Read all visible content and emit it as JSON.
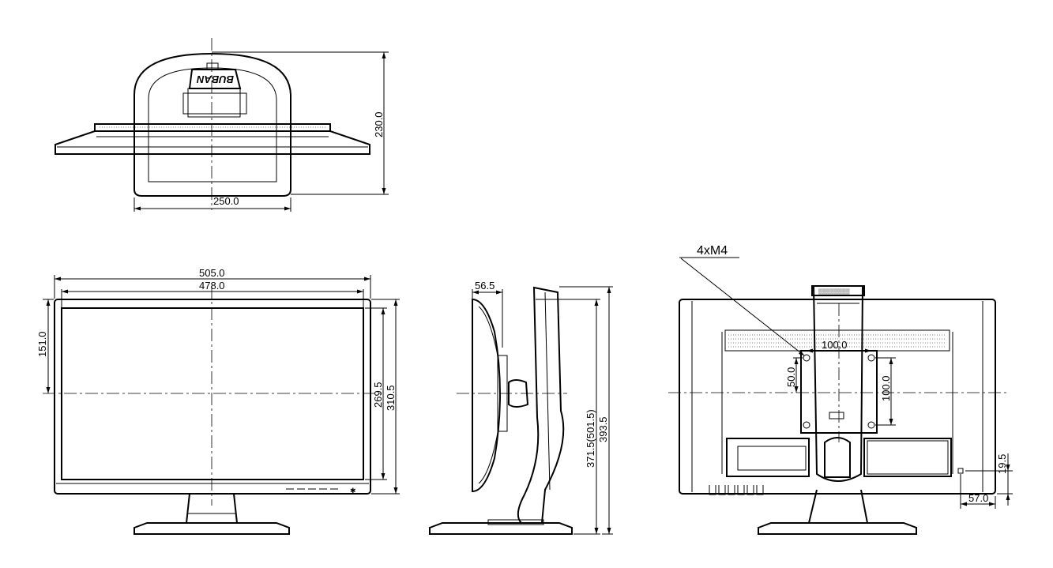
{
  "top_view": {
    "width_label": "250.0",
    "depth_label": "230.0",
    "logo_text": "BUBAN"
  },
  "front_view": {
    "overall_width_label": "505.0",
    "panel_width_label": "478.0",
    "panel_offset_label": "151.0",
    "panel_height_label": "269.5",
    "overall_height_label": "310.5"
  },
  "side_view": {
    "depth_label": "56.5",
    "height_range_label": "371.5(501.5)",
    "total_height_label": "393.5"
  },
  "rear_view": {
    "screw_callout": "4xM4",
    "vesa_h_label": "100.0",
    "vesa_v_label": "100.0",
    "vesa_offset_label": "50.0",
    "lock_height_label": "19.5",
    "lock_offset_label": "57.0"
  }
}
